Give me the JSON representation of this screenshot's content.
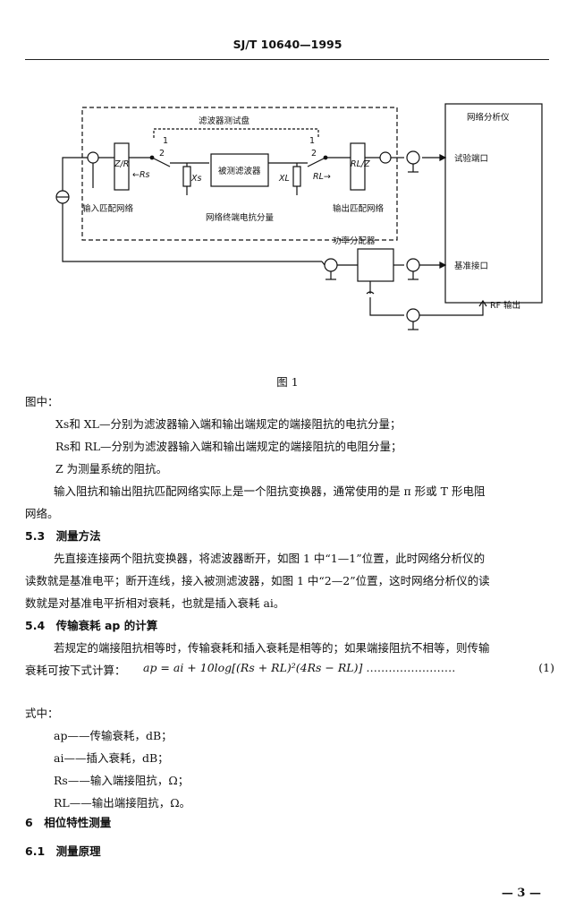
{
  "header": {
    "title": "SJ/T 10640—1995"
  },
  "figure": {
    "caption": "图 1",
    "labels": {
      "network_analyzer": "网络分析仪",
      "test_panel": "滤波器测试盘",
      "test_port": "试验端口",
      "reference_port": "基准接口",
      "rf_output": "RF 输出",
      "power_divider": "功率分配器",
      "dut": "被测滤波器",
      "input_match": "输入匹配网络",
      "output_match": "输出匹配网络",
      "reactance_component": "网络终端电抗分量",
      "z_rs": "Z/R",
      "rs_arrow": "←Rs",
      "xs": "Xs",
      "xl": "XL",
      "rl_arrow": "RL→",
      "rl_z": "RL/Z",
      "pos1_left": "1",
      "pos2_left": "2",
      "pos1_right": "1",
      "pos2_right": "2"
    }
  },
  "legend": {
    "intro": "图中：",
    "items": [
      "Xs和 XL—分别为滤波器输入端和输出端规定的端接阻抗的电抗分量；",
      "Rs和 RL—分别为滤波器输入端和输出端规定的端接阻抗的电阻分量；",
      "Z 为测量系统的阻抗。"
    ],
    "note_line1": "输入阻抗和输出阻抗匹配网络实际上是一个阻抗变换器，通常使用的是 π 形或 T 形电阻",
    "note_line2": "网络。"
  },
  "section_5_3": {
    "heading": "5.3　测量方法",
    "line1": "先直接连接两个阻抗变换器，将滤波器断开，如图 1 中“1—1”位置，此时网络分析仪的",
    "line2": "读数就是基准电平；断开连线，接入被测滤波器，如图 1 中“2—2”位置，这时网络分析仪的读",
    "line3": "数就是对基准电平折相对衰耗，也就是插入衰耗 ai。"
  },
  "section_5_4": {
    "heading": "5.4　传输衰耗 ap 的计算",
    "line1": "若规定的端接阻抗相等时，传输衰耗和插入衰耗是相等的；如果端接阻抗不相等，则传输",
    "line2": "衰耗可按下式计算："
  },
  "formula": {
    "expression": "ap = ai + 10log[(Rs + RL)²(4Rs − RL)]",
    "dots": "……………………",
    "number": "(1)"
  },
  "where": {
    "intro": "式中：",
    "items": [
      "ap——传输衰耗，dB；",
      "ai——插入衰耗，dB；",
      "Rs——输入端接阻抗，Ω；",
      "RL——输出端接阻抗，Ω。"
    ]
  },
  "section_6": {
    "heading": "6　相位特性测量"
  },
  "section_6_1": {
    "heading": "6.1　测量原理"
  },
  "page_number": "— 3 —"
}
